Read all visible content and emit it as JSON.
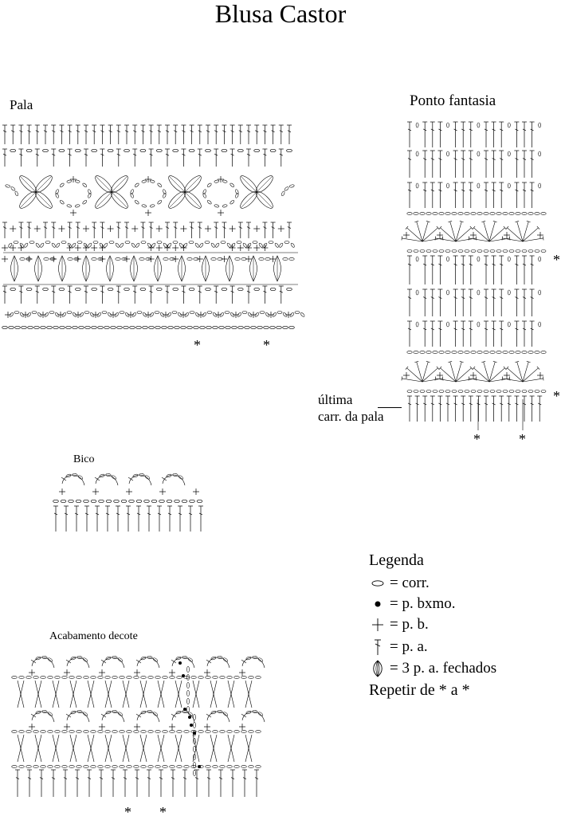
{
  "title": "Blusa Castor",
  "sections": {
    "pala": "Pala",
    "ponto_fantasia": "Ponto fantasia",
    "bico": "Bico",
    "acabamento": "Acabamento decote"
  },
  "ultima_label": "última",
  "carr_label": "carr. da pala",
  "repeat_marker": "*",
  "legend": {
    "title": "Legenda",
    "items": [
      {
        "icon": "chain-icon",
        "text": "= corr."
      },
      {
        "icon": "slip-stitch-icon",
        "text": "= p. bxmo."
      },
      {
        "icon": "single-crochet-icon",
        "text": "= p. b."
      },
      {
        "icon": "double-crochet-icon",
        "text": "= p. a."
      },
      {
        "icon": "cluster-icon",
        "text": "= 3 p. a. fechados"
      }
    ],
    "repeat": "Repetir de * a *"
  }
}
